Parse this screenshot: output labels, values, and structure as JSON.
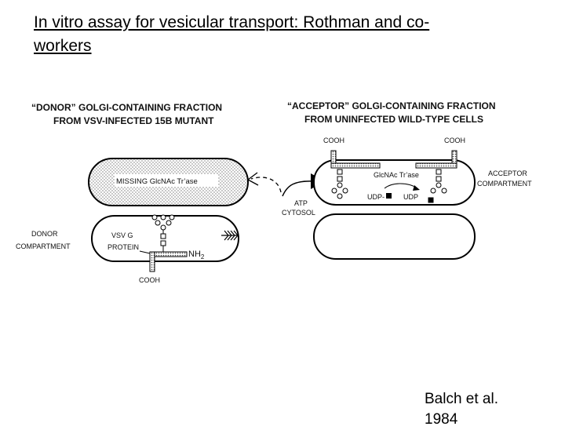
{
  "slide": {
    "title_line1": "In vitro assay for vesicular transport: Rothman and co-",
    "title_line2": "workers",
    "citation_line1": "Balch et al.",
    "citation_line2": "1984"
  },
  "diagram": {
    "donor_header_line1": "“DONOR” GOLGI-CONTAINING FRACTION",
    "donor_header_line2": "FROM VSV-INFECTED 15B MUTANT",
    "acceptor_header_line1": "“ACCEPTOR” GOLGI-CONTAINING FRACTION",
    "acceptor_header_line2": "FROM UNINFECTED WILD-TYPE CELLS",
    "missing_enzyme": "MISSING GlcNAc Tr’ase",
    "donor_compartment_line1": "DONOR",
    "donor_compartment_line2": "COMPARTMENT",
    "vsv_line1": "VSV G",
    "vsv_line2": "PROTEIN",
    "nh2": "NH",
    "nh2_sub": "2",
    "cooh_donor": "COOH",
    "atp_line1": "ATP",
    "atp_line2": "CYTOSOL",
    "cooh_left": "COOH",
    "cooh_right": "COOH",
    "enzyme_acceptor": "GlcNAc Tr’ase",
    "udp_glcnac": "UDP-",
    "udp": "UDP",
    "acceptor_compartment_line1": "ACCEPTOR",
    "acceptor_compartment_line2": "COMPARTMENT"
  }
}
